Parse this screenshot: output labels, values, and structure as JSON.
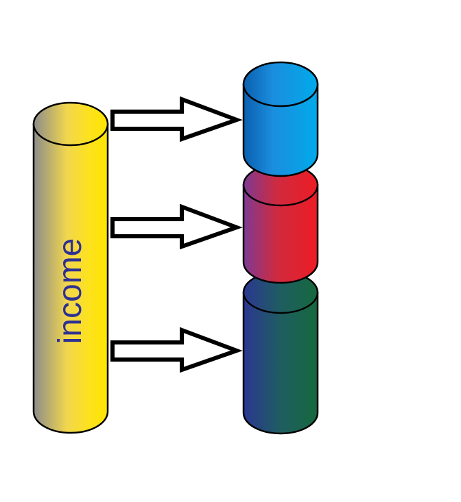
{
  "source_cylinder": {
    "label": "income",
    "gradient": [
      "#8c8c8c",
      "#f2d64d",
      "#fde21e",
      "#ffe400"
    ],
    "label_color": "#2e3192"
  },
  "target_cylinders": [
    {
      "name": "blue",
      "gradient": [
        "#0b5fae",
        "#1b8ede",
        "#00aaeb"
      ]
    },
    {
      "name": "red",
      "gradient": [
        "#7d3a93",
        "#cf2a3f",
        "#ed1c24"
      ]
    },
    {
      "name": "green",
      "gradient": [
        "#2b3791",
        "#1f5d60",
        "#15693e"
      ]
    }
  ],
  "arrows": {
    "count": 3,
    "fill": "#ffffff",
    "stroke": "#000000"
  },
  "outline_color": "#000000"
}
